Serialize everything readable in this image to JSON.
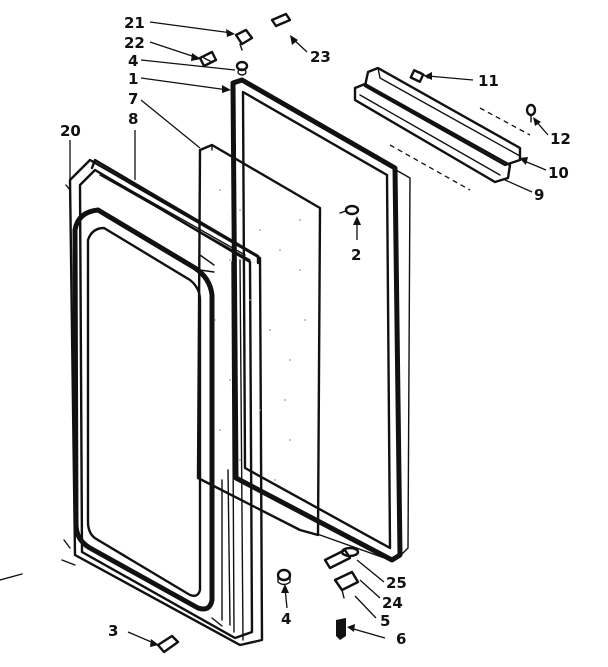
{
  "callouts": [
    {
      "id": "c21",
      "text": "21"
    },
    {
      "id": "c22",
      "text": "22"
    },
    {
      "id": "c23",
      "text": "23"
    },
    {
      "id": "c4a",
      "text": "4"
    },
    {
      "id": "c1",
      "text": "1"
    },
    {
      "id": "c7",
      "text": "7"
    },
    {
      "id": "c8",
      "text": "8"
    },
    {
      "id": "c20",
      "text": "20"
    },
    {
      "id": "c11",
      "text": "11"
    },
    {
      "id": "c12",
      "text": "12"
    },
    {
      "id": "c10",
      "text": "10"
    },
    {
      "id": "c9",
      "text": "9"
    },
    {
      "id": "c2",
      "text": "2"
    },
    {
      "id": "c25",
      "text": "25"
    },
    {
      "id": "c24",
      "text": "24"
    },
    {
      "id": "c5",
      "text": "5"
    },
    {
      "id": "c6",
      "text": "6"
    },
    {
      "id": "c4b",
      "text": "4"
    },
    {
      "id": "c3",
      "text": "3"
    }
  ]
}
